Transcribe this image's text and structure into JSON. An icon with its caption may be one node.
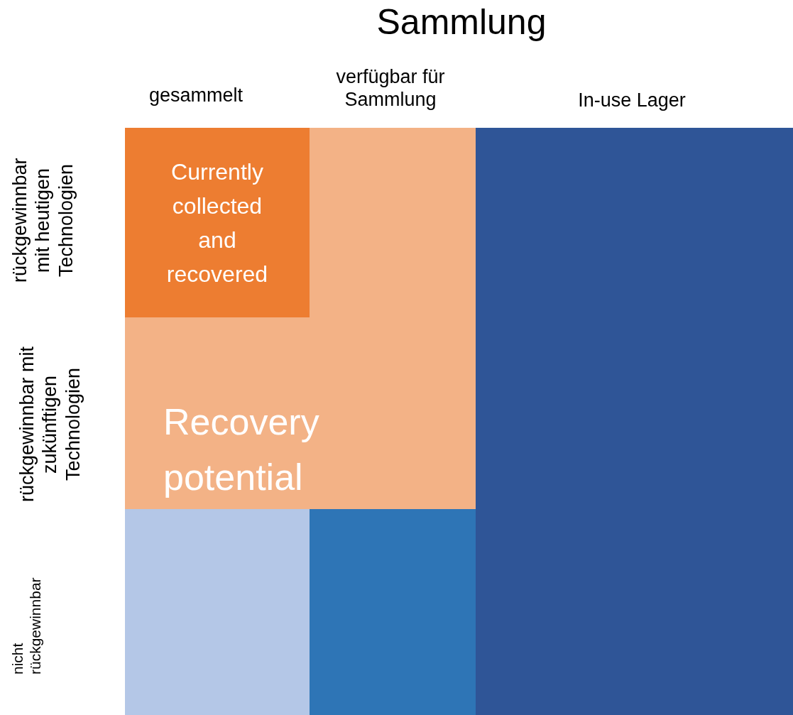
{
  "diagram": {
    "title": "Sammlung",
    "nodes": [
      {
        "text": [
          "Recovery potential"
        ]
      },
      {
        "text": [
          "Currently collected and recovered"
        ],
        "in": 0
      },
      {
        "text": [],
        "shape": "box"
      },
      {
        "text": [],
        "shape": "box"
      },
      {
        "text": [],
        "shape": "box"
      }
    ],
    "edges": [],
    "labels": [
      "gesammelt",
      "verfügbar für Sammlung",
      "In-use Lager",
      "rückgewinnbar mit heutigen Technologien",
      "rückgewinnbar mit zukünftigen Technologien",
      "nicht rückgewinnbar"
    ]
  }
}
